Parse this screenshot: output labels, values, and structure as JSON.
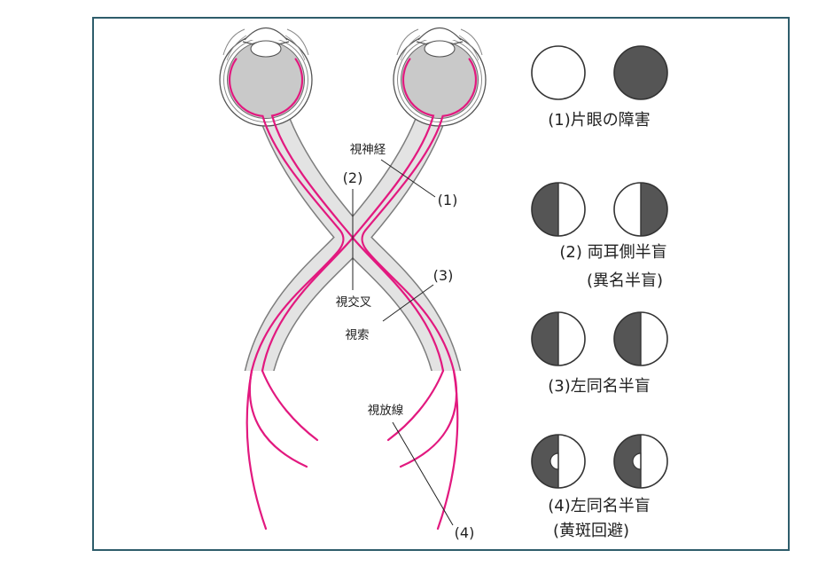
{
  "diagram": {
    "labels": {
      "optic_nerve": "視神経",
      "optic_chiasm": "視交叉",
      "optic_tract": "視索",
      "optic_radiation": "視放線"
    },
    "lesion_markers": {
      "m1": "(1)",
      "m2": "(2)",
      "m3": "(3)",
      "m4": "(4)"
    }
  },
  "visual_fields": [
    {
      "label": "(1)片眼の障害"
    },
    {
      "label": "(2) 両耳側半盲",
      "sublabel": "(異名半盲)"
    },
    {
      "label": "(3)左同名半盲"
    },
    {
      "label": "(4)左同名半盲",
      "sublabel": "(黄斑回避)"
    }
  ],
  "colors": {
    "nerve_fiber": "#e2197f",
    "field_defect": "#555555",
    "frame": "#2e5d6b"
  }
}
